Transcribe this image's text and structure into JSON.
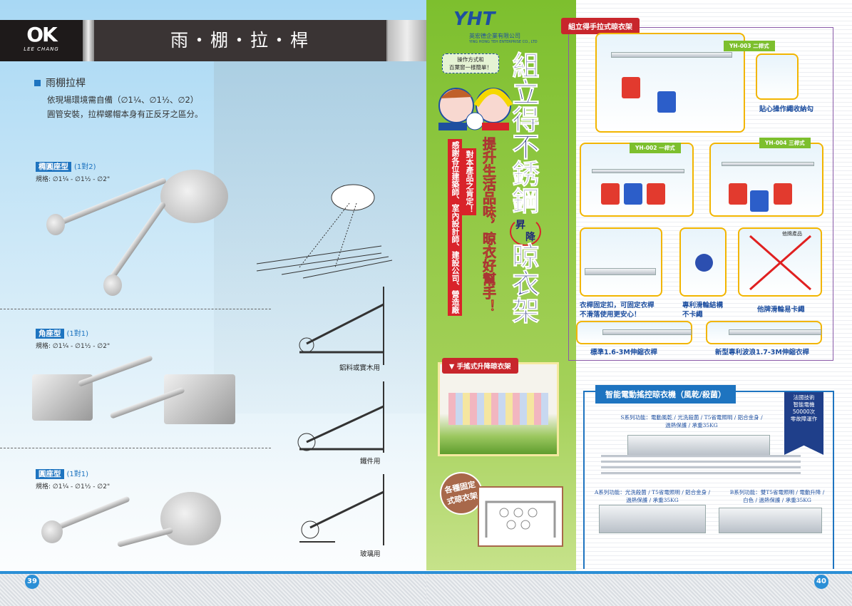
{
  "left_page": {
    "logo": {
      "mark": "OK",
      "text": "LEE CHANG"
    },
    "title": "雨・棚・拉・桿",
    "section_heading": "雨棚拉桿",
    "desc": [
      "依現場環境需自備（∅1¼、∅1½、∅2）",
      "圓管安裝，拉桿螺帽本身有正反牙之區分。"
    ],
    "types": [
      {
        "name": "橢圓座型",
        "ratio": "(1對2)",
        "spec": "規格: ∅1¼ - ∅1½ - ∅2\""
      },
      {
        "name": "角座型",
        "ratio": "(1對1)",
        "spec": "規格: ∅1¼ - ∅1½ - ∅2\""
      },
      {
        "name": "圓座型",
        "ratio": "(1對1)",
        "spec": "規格: ∅1¼ - ∅1½ - ∅2\""
      }
    ],
    "diagram_labels": [
      "鋁料或實木用",
      "鐵件用",
      "玻璃用"
    ],
    "page_number": "39"
  },
  "right_page": {
    "logo": {
      "mark": "YHT",
      "name_cn": "英宏德企業有限公司",
      "name_en": "YING HONG TEH ENTERPRISE CO., LTD"
    },
    "bubble": [
      "操作方式和",
      "百葉窗一樣簡單！"
    ],
    "big_title_1": "組立得不銹鋼",
    "up": "昇",
    "down": "降",
    "big_title_2": "晾衣架",
    "slogan": "提升生活品味，晾衣好幫手！",
    "thanks_1": "對本產品之肯定！",
    "thanks_2": "感謝各位建築師、室內設計師、建設公司、營造廠",
    "pull_section": "組立得手拉式晾衣架",
    "models": {
      "yh003": "YH-003 二桿式",
      "yh002": "YH-002 一桿式",
      "yh004": "YH-004 三桿式"
    },
    "hook_caption": "貼心操作繩收納勾",
    "other_brand": "他牌產品",
    "captions": {
      "clip": [
        "衣桿固定扣，可固定衣桿",
        "不滑落使用更安心！"
      ],
      "pulley": [
        "專利滑輪結構",
        "不卡繩"
      ],
      "other": "他牌滑輪易卡繩",
      "rod1": "標準1.6-3M伸縮衣桿",
      "rod2": "新型專利波浪1.7-3M伸縮衣桿"
    },
    "crank_section": "手搖式升降晾衣架",
    "fixed_badge": "各種固定式晾衣架",
    "electric_section": "智能電動搖控晾衣機（風乾/殺菌）",
    "motor_badge": [
      "法國技術",
      "智能電機",
      "50000次",
      "零故障運作"
    ],
    "series_s": [
      "S系列功能：電動風乾 / 光洗殺菌 / T5省電照明 / 鋁合金身 /",
      "過熱保護 / 承重35KG"
    ],
    "series_a": [
      "A系列功能：光洗殺菌 / T5省電照明 / 鋁合金身 /",
      "過熱保護 / 承重35KG"
    ],
    "series_b": [
      "B系列功能：雙T5省電照明 / 電動升降 /",
      "白色 / 過熱保護 / 承重35KG"
    ],
    "page_number": "40"
  },
  "colors": {
    "blue": "#1e74c0",
    "green": "#7dbf2e",
    "red": "#c8262c",
    "gold": "#f2b500",
    "navy": "#1f2a7a"
  }
}
